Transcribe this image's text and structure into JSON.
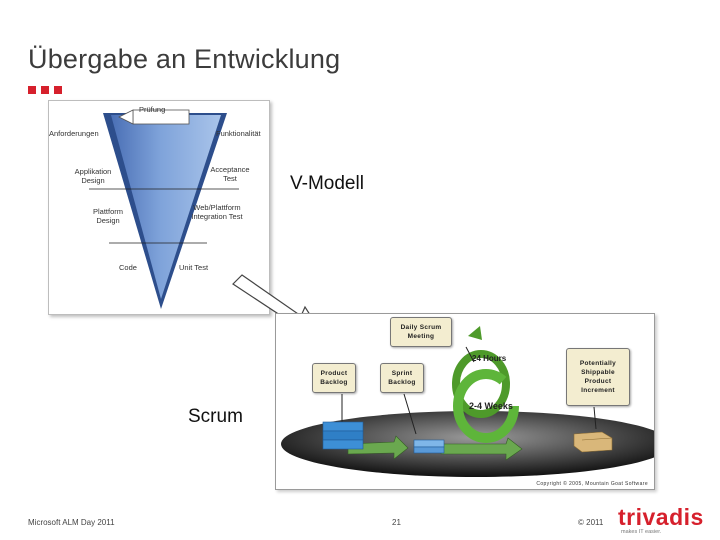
{
  "slide": {
    "title": "Übergabe an Entwicklung",
    "accent_color": "#d6202c"
  },
  "vmodel": {
    "caption": "V-Modell",
    "top_label": "Prüfung",
    "left_labels": [
      "Anforderungen",
      "Applikation Design",
      "Plattform Design",
      "Code"
    ],
    "right_labels": [
      "Funktionalität",
      "Acceptance Test",
      "Web/Plattform Integration Test",
      "Unit Test"
    ]
  },
  "scrum": {
    "caption": "Scrum",
    "daily_meeting": "Daily Scrum Meeting",
    "product_backlog": "Product Backlog",
    "sprint_backlog": "Sprint Backlog",
    "increment": "Potentially Shippable Product Increment",
    "hours": "24 Hours",
    "weeks": "2-4 Weeks",
    "copyright": "Copyright © 2005, Mountain Goat Software"
  },
  "footer": {
    "event": "Microsoft ALM Day 2011",
    "page_number": "21",
    "copyright": "© 2011",
    "logo": "trivadis",
    "tagline": "makes IT easier."
  }
}
